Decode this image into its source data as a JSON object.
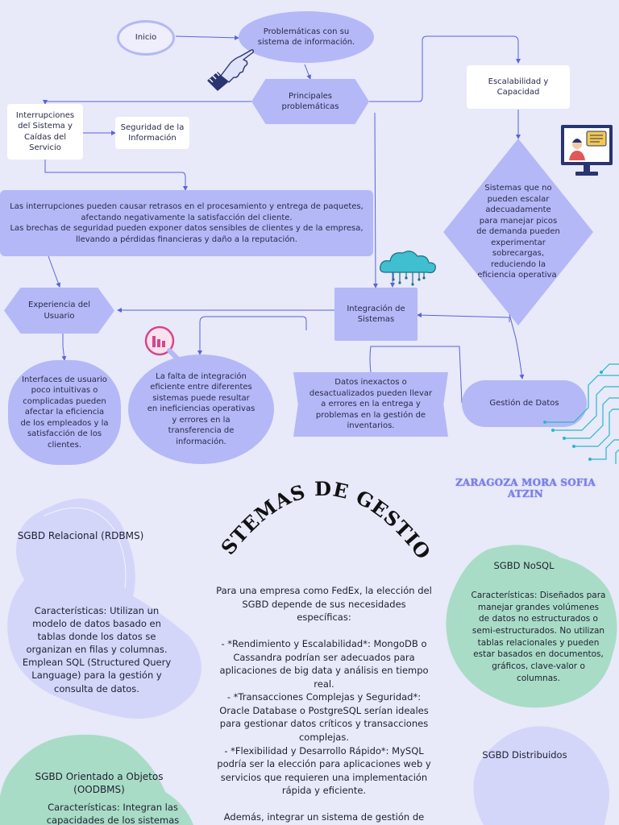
{
  "diagram": {
    "inicio": "Inicio",
    "problematicas": "Problemáticas con su\nsistema de información.",
    "principales": "Principales\nproblemáticas",
    "escalabilidad": "Escalabilidad y\nCapacidad",
    "interrupciones": "Interrupciones\ndel Sistema y\nCaídas del\nServicio",
    "seguridad": "Seguridad de la\nInformación",
    "efectos": "Las interrupciones pueden causar retrasos en el procesamiento y entrega de paquetes,\nafectando negativamente la satisfacción del cliente.\nLas brechas de seguridad pueden exponer datos sensibles de clientes y de la empresa,\nllevando a pérdidas financieras y daño a la reputación.",
    "sistemas_escalar": "Sistemas que no\npueden escalar\nadecuadamente\npara manejar picos\nde demanda pueden\nexperimentar\nsobrecargas,\nreduciendo la\neficiencia operativa.",
    "experiencia": "Experiencia del\nUsuario",
    "integracion": "Integración de\nSistemas",
    "interfaces": "Interfaces de usuario\npoco intuitivas o\ncomplicadas pueden\nafectar la eficiencia\nde los empleados y la\nsatisfacción de los\nclientes.",
    "falta_integracion": "La falta de integración\neficiente entre diferentes\nsistemas puede resultar\nen ineficiencias operativas\ny errores en la\ntransferencia de\ninformación.",
    "datos_inexactos": "Datos inexactos o\ndesactualizados pueden llevar\na errores en la entrega y\nproblemas en la gestión de\ninventarios.",
    "gestion_datos": "Gestión de Datos"
  },
  "author": "ZARAGOZA MORA SOFIA ATZIN",
  "main_title": "SISTEMAS DE GESTION",
  "sections": {
    "rdbms_title": "SGBD Relacional (RDBMS)",
    "rdbms_text": "Características: Utilizan un\nmodelo de datos basado en\ntablas donde los datos se\norganizan en filas y columnas.\nEmplean SQL (Structured Query\nLanguage) para la gestión y\nconsulta de datos.",
    "nosql_title": "SGBD NoSQL",
    "nosql_text": "Características: Diseñados para\nmanejar grandes volúmenes\nde datos no estructurados o\nsemi-estructurados. No utilizan\ntablas relacionales y pueden\nestar basados en documentos,\ngráficos, clave-valor o\ncolumnas.",
    "oodbms_title": "SGBD Orientado a Objetos\n(OODBMS)",
    "oodbms_text": "Características: Integran las\ncapacidades de los sistemas",
    "distribuidos_title": "SGBD Distribuidos",
    "center_text": "Para una empresa como FedEx, la elección del\nSGBD depende de sus necesidades\nespecíficas:\n\n- *Rendimiento y Escalabilidad*: MongoDB o\nCassandra podrían ser adecuados para\naplicaciones de big data y análisis en tiempo\nreal.\n- *Transacciones Complejas y Seguridad*:\nOracle Database o PostgreSQL serían ideales\npara gestionar datos críticos y transacciones\ncomplejas.\n- *Flexibilidad y Desarrollo Rápido*: MySQL\npodría ser la elección para aplicaciones web y\nservicios que requieren una implementación\nrápida y eficiente.\n\nAdemás, integrar un sistema de gestión de"
  },
  "colors": {
    "background": "#e8e9f9",
    "node_lavender": "#b4b8f6",
    "node_white": "#ffffff",
    "line": "#5a64d8",
    "blob_lilac": "#d2d4f8",
    "blob_mint": "#a9dcc6",
    "circuit_teal": "#28b8c8",
    "author_color": "#7b80ea"
  }
}
